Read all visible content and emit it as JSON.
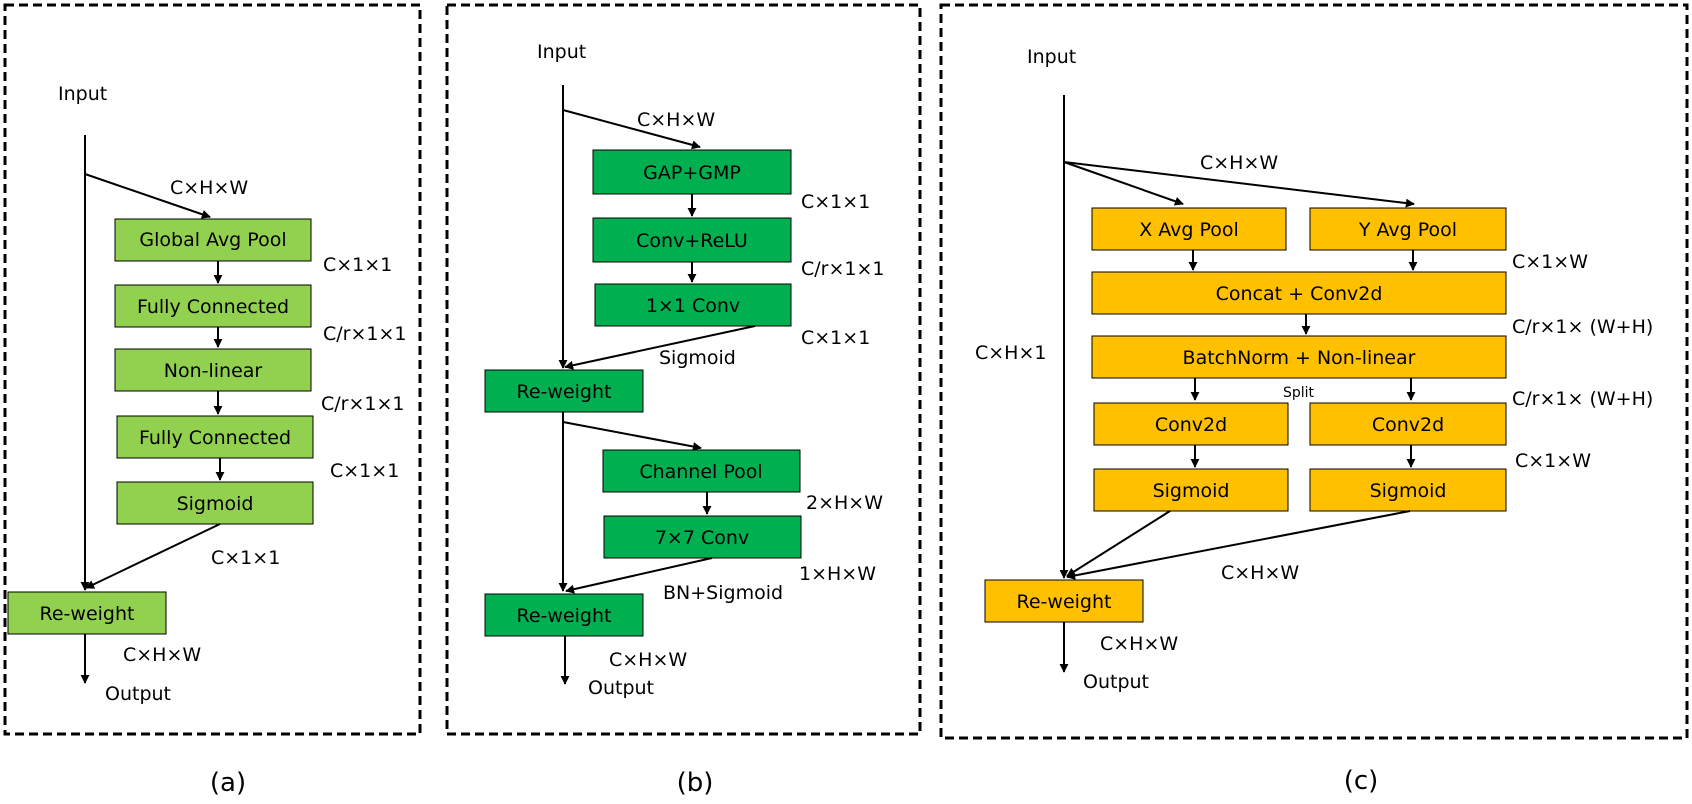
{
  "panel_a": {
    "input": "Input",
    "output": "Output",
    "caption": "(a)",
    "boxes": [
      "Global Avg Pool",
      "Fully Connected",
      "Non-linear",
      "Fully Connected",
      "Sigmoid",
      "Re-weight"
    ],
    "dims": {
      "input_branch": "C×H×W",
      "after_pool": "C×1×1",
      "after_fc1": "C/r×1×1",
      "after_nonlinear": "C/r×1×1",
      "after_fc2": "C×1×1",
      "after_sigmoid": "C×1×1",
      "output": "C×H×W"
    }
  },
  "panel_b": {
    "input": "Input",
    "output": "Output",
    "caption": "(b)",
    "boxes": [
      "GAP+GMP",
      "Conv+ReLU",
      "1×1 Conv",
      "Re-weight",
      "Channel Pool",
      "7×7 Conv",
      "Re-weight"
    ],
    "dims": {
      "input_branch": "C×H×W",
      "after_gap": "C×1×1",
      "after_conv_relu": "C/r×1×1",
      "after_1x1": "C×1×1",
      "sigmoid": "Sigmoid",
      "after_channel_pool": "2×H×W",
      "after_7x7": "1×H×W",
      "bn_sigmoid": "BN+Sigmoid",
      "output": "C×H×W"
    }
  },
  "panel_c": {
    "input": "Input",
    "output": "Output",
    "caption": "(c)",
    "boxes": {
      "x_pool": "X Avg Pool",
      "y_pool": "Y Avg Pool",
      "concat": "Concat + Conv2d",
      "batchnorm": "BatchNorm + Non-linear",
      "conv_left": "Conv2d",
      "conv_right": "Conv2d",
      "sig_left": "Sigmoid",
      "sig_right": "Sigmoid",
      "reweight": "Re-weight"
    },
    "dims": {
      "input_branch": "C×H×W",
      "residual": "C×H×1",
      "after_pool": "C×1×W",
      "after_concat": "C/r×1×  (W+H)",
      "after_bn": "C/r×1×  (W+H)",
      "split": "Split",
      "after_conv": "C×1×W",
      "merge": "C×H×W",
      "output": "C×H×W"
    }
  }
}
